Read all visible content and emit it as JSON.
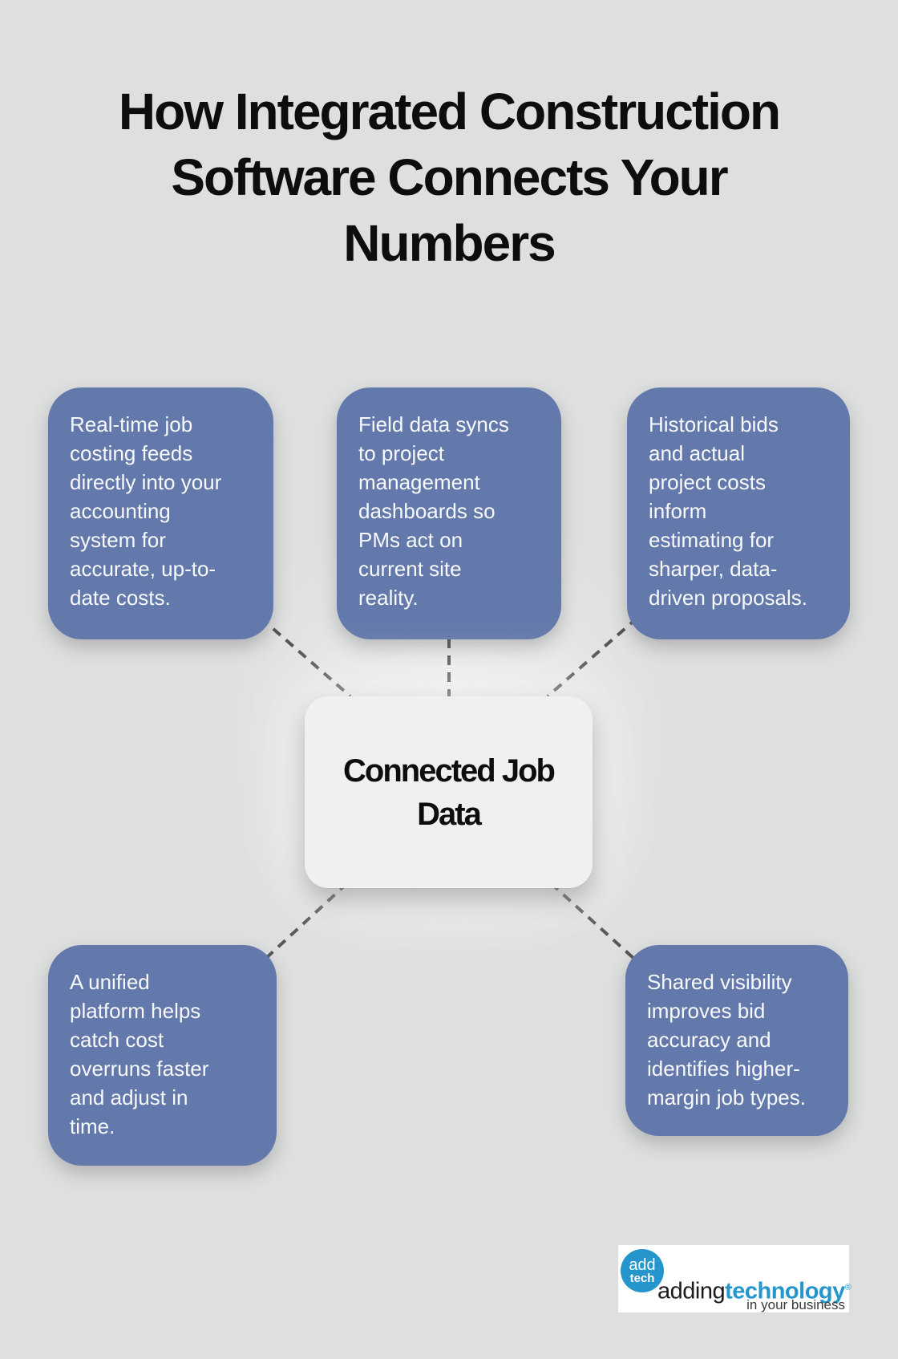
{
  "title": {
    "full": "How Integrated Construction Software Connects Your Numbers",
    "lines": [
      "How Integrated Construction",
      "Software Connects Your",
      "Numbers"
    ]
  },
  "center": {
    "full": "Connected Job Data",
    "lines": [
      "Connected Job",
      "Data"
    ]
  },
  "nodes": [
    {
      "id": "top-left",
      "full": "Real-time job costing feeds directly into your accounting system for accurate, up-to-date costs.",
      "lines": [
        "Real-time job",
        "costing feeds",
        "directly into your",
        "accounting",
        "system for",
        "accurate, up-to-",
        "date costs."
      ]
    },
    {
      "id": "top-middle",
      "full": "Field data syncs to project management dashboards so PMs act on current site reality.",
      "lines": [
        "Field data syncs",
        "to project",
        "management",
        "dashboards so",
        "PMs act on",
        "current site",
        "reality."
      ]
    },
    {
      "id": "top-right",
      "full": "Historical bids and actual project costs inform estimating for sharper, data-driven proposals.",
      "lines": [
        "Historical bids",
        "and actual",
        "project costs",
        "inform",
        "estimating for",
        "sharper, data-",
        "driven proposals."
      ]
    },
    {
      "id": "bottom-left",
      "full": "A unified platform helps catch cost overruns faster and adjust in time.",
      "lines": [
        "A unified",
        "platform helps",
        "catch cost",
        "overruns faster",
        "and adjust in",
        "time."
      ]
    },
    {
      "id": "bottom-right",
      "full": "Shared visibility improves bid accuracy and identifies higher-margin job types.",
      "lines": [
        "Shared visibility",
        "improves bid",
        "accuracy and",
        "identifies higher-",
        "margin job types."
      ]
    }
  ],
  "logo": {
    "circle_line1": "add",
    "circle_line2": "tech",
    "word1": "adding",
    "word2": "technology",
    "reg": "®",
    "tagline": "in your business"
  },
  "colors": {
    "background": "#dedfdf",
    "node_blue": "#6479ab",
    "node_text": "#f7f9fc",
    "center_bg": "#eff0f2",
    "ink": "#0d0d0d",
    "dash": "#545454",
    "logo_blue": "#2496cc",
    "logo_black": "#1b1b1b",
    "logo_gray": "#3a3a3a"
  }
}
